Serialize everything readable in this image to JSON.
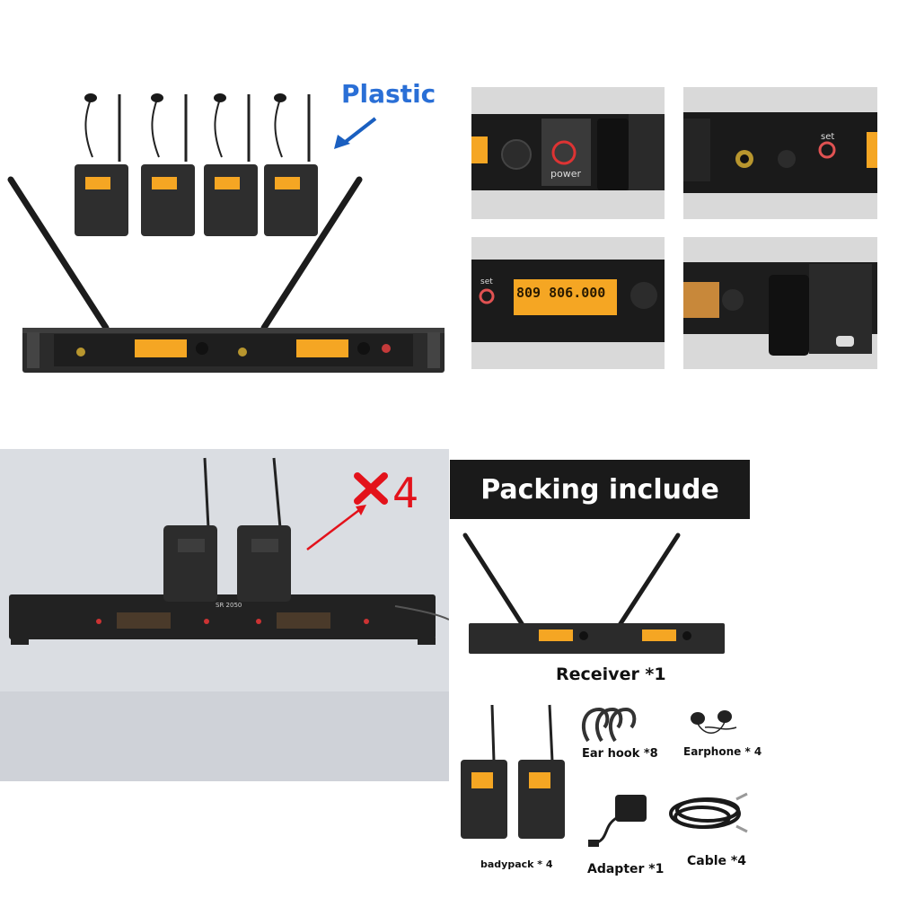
{
  "collage": {
    "top_left": {
      "callout": "Plastic",
      "colors": {
        "callout_text": "#2a6fd6",
        "arrow": "#1a5fc0",
        "device": "#2b2b2b",
        "lcd": "#f5a623"
      }
    },
    "closeups": {
      "power_label": "power",
      "set_label": "set",
      "lcd_readout": "809 806.000"
    },
    "bottom_left": {
      "quantity_text": "4",
      "model_label": "SR 2050",
      "colors": {
        "mark": "#e3121b"
      }
    },
    "packing": {
      "banner": "Packing include",
      "items": {
        "receiver": "Receiver *1",
        "ear_hook": "Ear hook *8",
        "earphone": "Earphone * 4",
        "bodypack": "badypack * 4",
        "adapter": "Adapter *1",
        "cable": "Cable *4"
      }
    }
  }
}
